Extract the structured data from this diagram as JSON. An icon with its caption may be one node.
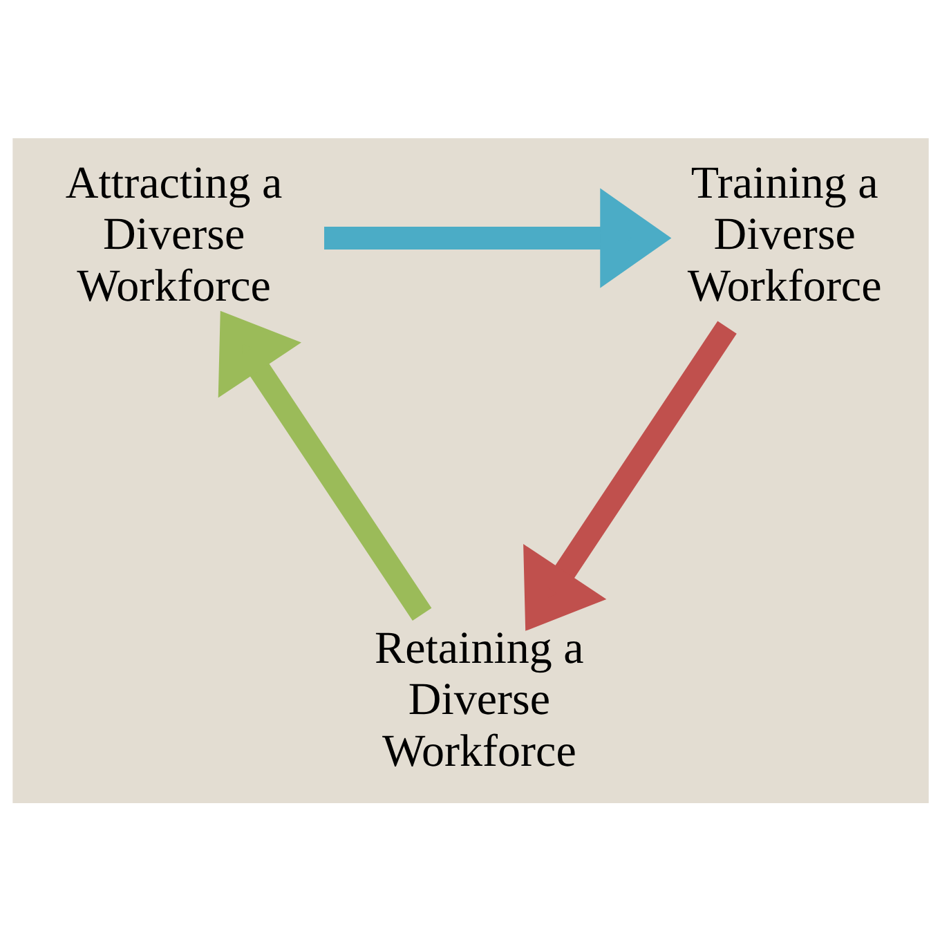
{
  "diagram": {
    "nodes": [
      {
        "text": [
          "Attracting a Diverse Workforce"
        ]
      },
      {
        "text": [
          "Training a Diverse Workforce"
        ]
      },
      {
        "text": [
          "Retaining a Diverse Workforce"
        ]
      }
    ],
    "edges": [
      {
        "from": 0,
        "to": 1,
        "arrow": "to",
        "color": "#4bacc6"
      },
      {
        "from": 1,
        "to": 2,
        "arrow": "to",
        "color": "#c0504d"
      },
      {
        "from": 2,
        "to": 0,
        "arrow": "to",
        "color": "#9bbb59"
      }
    ]
  }
}
